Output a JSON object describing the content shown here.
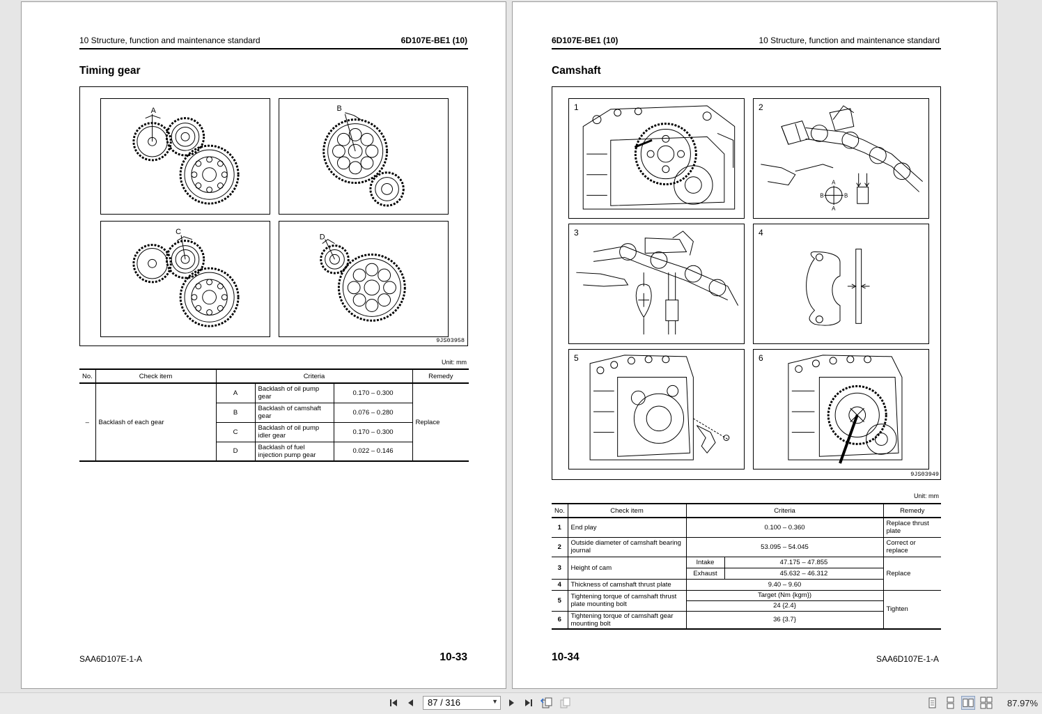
{
  "left_page": {
    "header_left": "10 Structure, function and maintenance standard",
    "header_right": "6D107E-BE1 (10)",
    "section_title": "Timing gear",
    "panel_labels": [
      "A",
      "B",
      "C",
      "D"
    ],
    "figure_id": "9JS03958",
    "unit": "Unit: mm",
    "table": {
      "headers": [
        "No.",
        "Check item",
        "Criteria",
        "Remedy"
      ],
      "no": "–",
      "check_item": "Backlash of each gear",
      "remedy": "Replace",
      "rows": [
        {
          "key": "A",
          "item": "Backlash of oil pump gear",
          "value": "0.170 – 0.300"
        },
        {
          "key": "B",
          "item": "Backlash of camshaft gear",
          "value": "0.076 – 0.280"
        },
        {
          "key": "C",
          "item": "Backlash of oil pump idler gear",
          "value": "0.170 – 0.300"
        },
        {
          "key": "D",
          "item": "Backlash of fuel injection pump gear",
          "value": "0.022 – 0.146"
        }
      ]
    },
    "footer_code": "SAA6D107E-1-A",
    "page_number": "10-33"
  },
  "right_page": {
    "header_left": "6D107E-BE1 (10)",
    "header_right": "10 Structure, function and maintenance standard",
    "section_title": "Camshaft",
    "panel_numbers": [
      "1",
      "2",
      "3",
      "4",
      "5",
      "6"
    ],
    "panel2_labels": {
      "top": "A",
      "left": "B",
      "right": "B",
      "bottom": "A"
    },
    "figure_id": "9JS03949",
    "unit": "Unit: mm",
    "table": {
      "headers": [
        "No.",
        "Check item",
        "Criteria",
        "Remedy"
      ],
      "r1": {
        "no": "1",
        "item": "End play",
        "value": "0.100 – 0.360",
        "remedy": "Replace thrust plate"
      },
      "r2": {
        "no": "2",
        "item": "Outside diameter of camshaft bearing journal",
        "value": "53.095 – 54.045",
        "remedy": "Correct or replace"
      },
      "r3": {
        "no": "3",
        "item": "Height of cam",
        "sub1": "Intake",
        "val1": "47.175 – 47.855",
        "sub2": "Exhaust",
        "val2": "45.632 – 46.312",
        "remedy": "Replace"
      },
      "r4": {
        "no": "4",
        "item": "Thickness of camshaft thrust plate",
        "value": "9.40 – 9.60"
      },
      "r5": {
        "no": "5",
        "item": "Tightening torque of camshaft thrust plate mounting bolt",
        "head": "Target (Nm {kgm})",
        "value": "24 {2.4}",
        "remedy": "Tighten"
      },
      "r6": {
        "no": "6",
        "item": "Tightening torque of camshaft gear mounting bolt",
        "value": "36 {3.7}"
      }
    },
    "footer_code": "SAA6D107E-1-A",
    "page_number": "10-34"
  },
  "toolbar": {
    "page_value": "87 / 316",
    "zoom": "87.97%"
  }
}
